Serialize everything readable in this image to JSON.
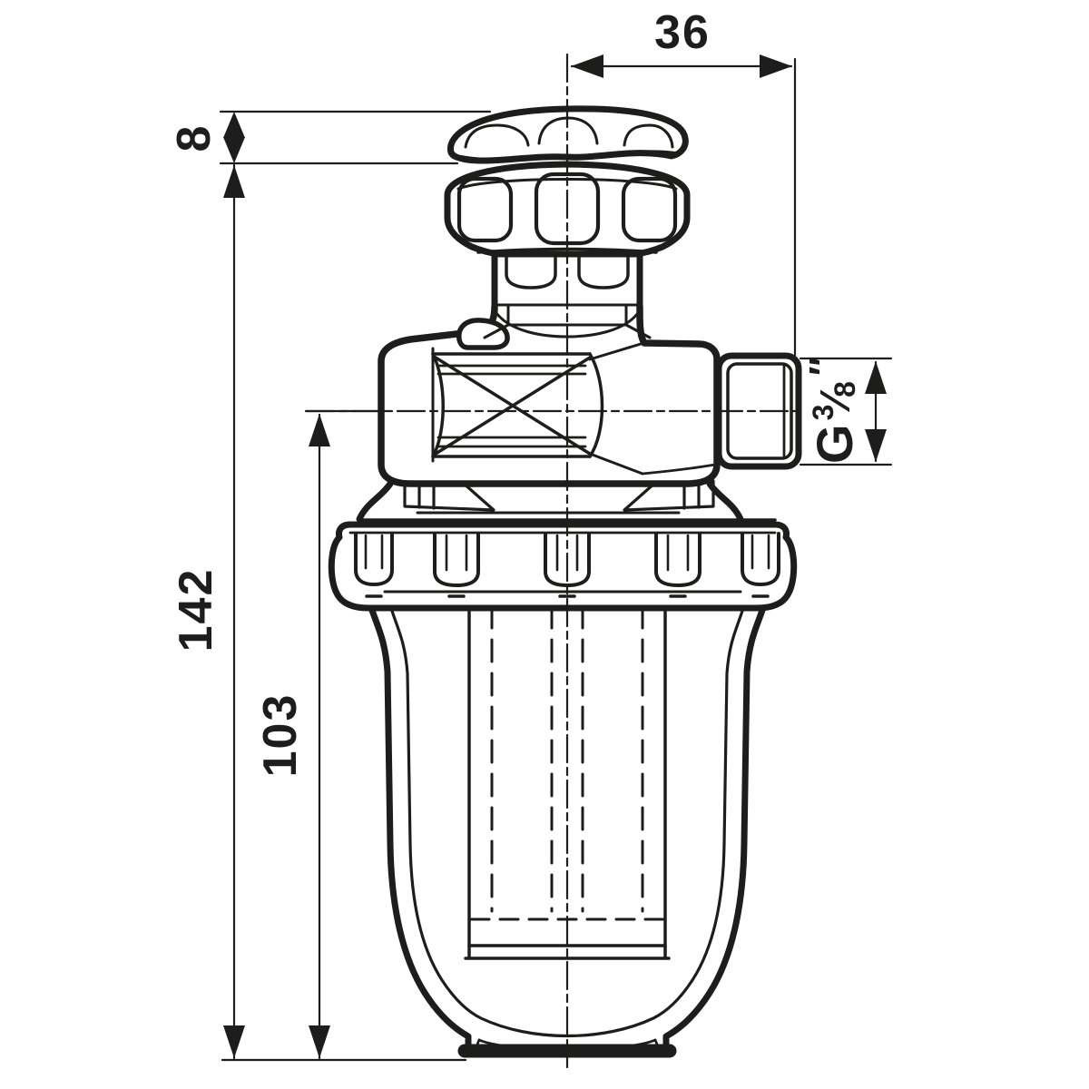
{
  "drawing_title": "oil filter dimensional drawing",
  "colors": {
    "ink": "#1d1d1b",
    "background": "#ffffff"
  },
  "labels": {
    "top_width": "36",
    "handwheel_disc_height": "8",
    "overall_height": "142",
    "bowl_height": "103",
    "thread": {
      "prefix": "G",
      "numerator": "3",
      "slash": "⁄",
      "denominator": "8",
      "suffix": "″"
    }
  }
}
